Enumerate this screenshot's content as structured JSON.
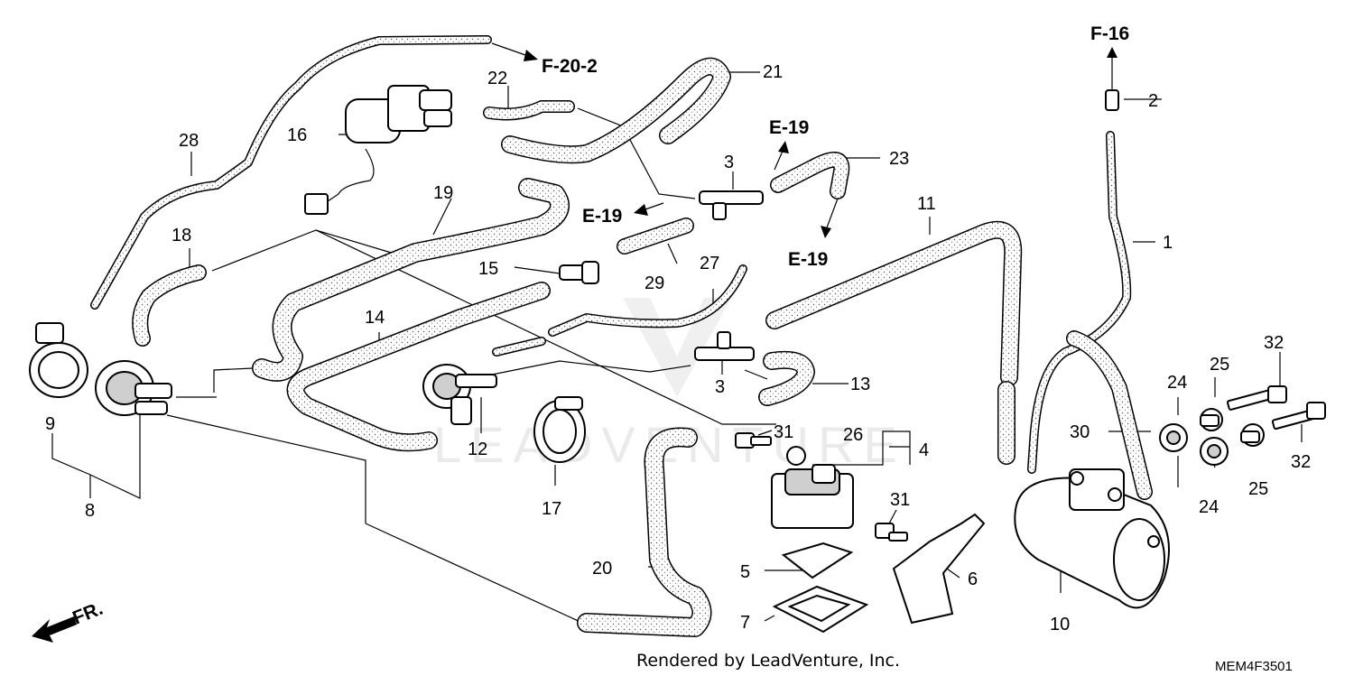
{
  "callouts": [
    "1",
    "2",
    "3",
    "3",
    "4",
    "5",
    "6",
    "7",
    "8",
    "9",
    "10",
    "11",
    "12",
    "13",
    "14",
    "15",
    "16",
    "17",
    "18",
    "19",
    "20",
    "21",
    "22",
    "23",
    "24",
    "24",
    "25",
    "25",
    "26",
    "27",
    "28",
    "29",
    "30",
    "31",
    "31",
    "32",
    "32"
  ],
  "refs": {
    "f20_2": "F-20-2",
    "f16": "F-16",
    "e19_top": "E-19",
    "e19_left": "E-19",
    "e19_right": "E-19"
  },
  "diagram_code": "MEM4F3501",
  "credit": "Rendered by LeadVenture, Inc.",
  "watermark": "LEADVENTURE",
  "direction_label": "FR.",
  "icons": [
    "front-direction-arrow-icon",
    "leadventure-watermark-logo"
  ]
}
